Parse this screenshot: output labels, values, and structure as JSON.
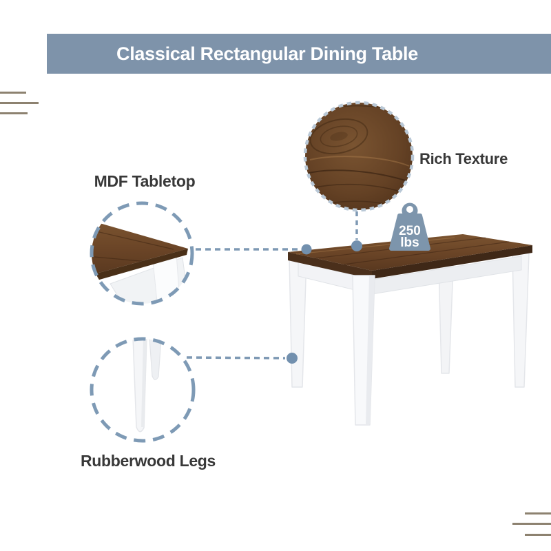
{
  "banner": {
    "title": "Classical Rectangular Dining Table",
    "bg_color": "#7e93aa",
    "text_color": "#ffffff"
  },
  "callouts": {
    "rich_texture": {
      "label": "Rich Texture"
    },
    "mdf_tabletop": {
      "label": "MDF Tabletop"
    },
    "rubberwood_legs": {
      "label": "Rubberwood Legs"
    }
  },
  "weight_badge": {
    "value": "250",
    "unit": "lbs",
    "color": "#7d95ac"
  },
  "colors": {
    "accent_blue": "#7e99b4",
    "circle_dash_light": "#b9c8d6",
    "connector_dot": "#7290ae",
    "decorative_line": "#8d8270",
    "label_text": "#383838",
    "wood_dark": "#4c2f18",
    "wood_mid": "#6b4527",
    "leg_white": "#f7f8fa"
  }
}
